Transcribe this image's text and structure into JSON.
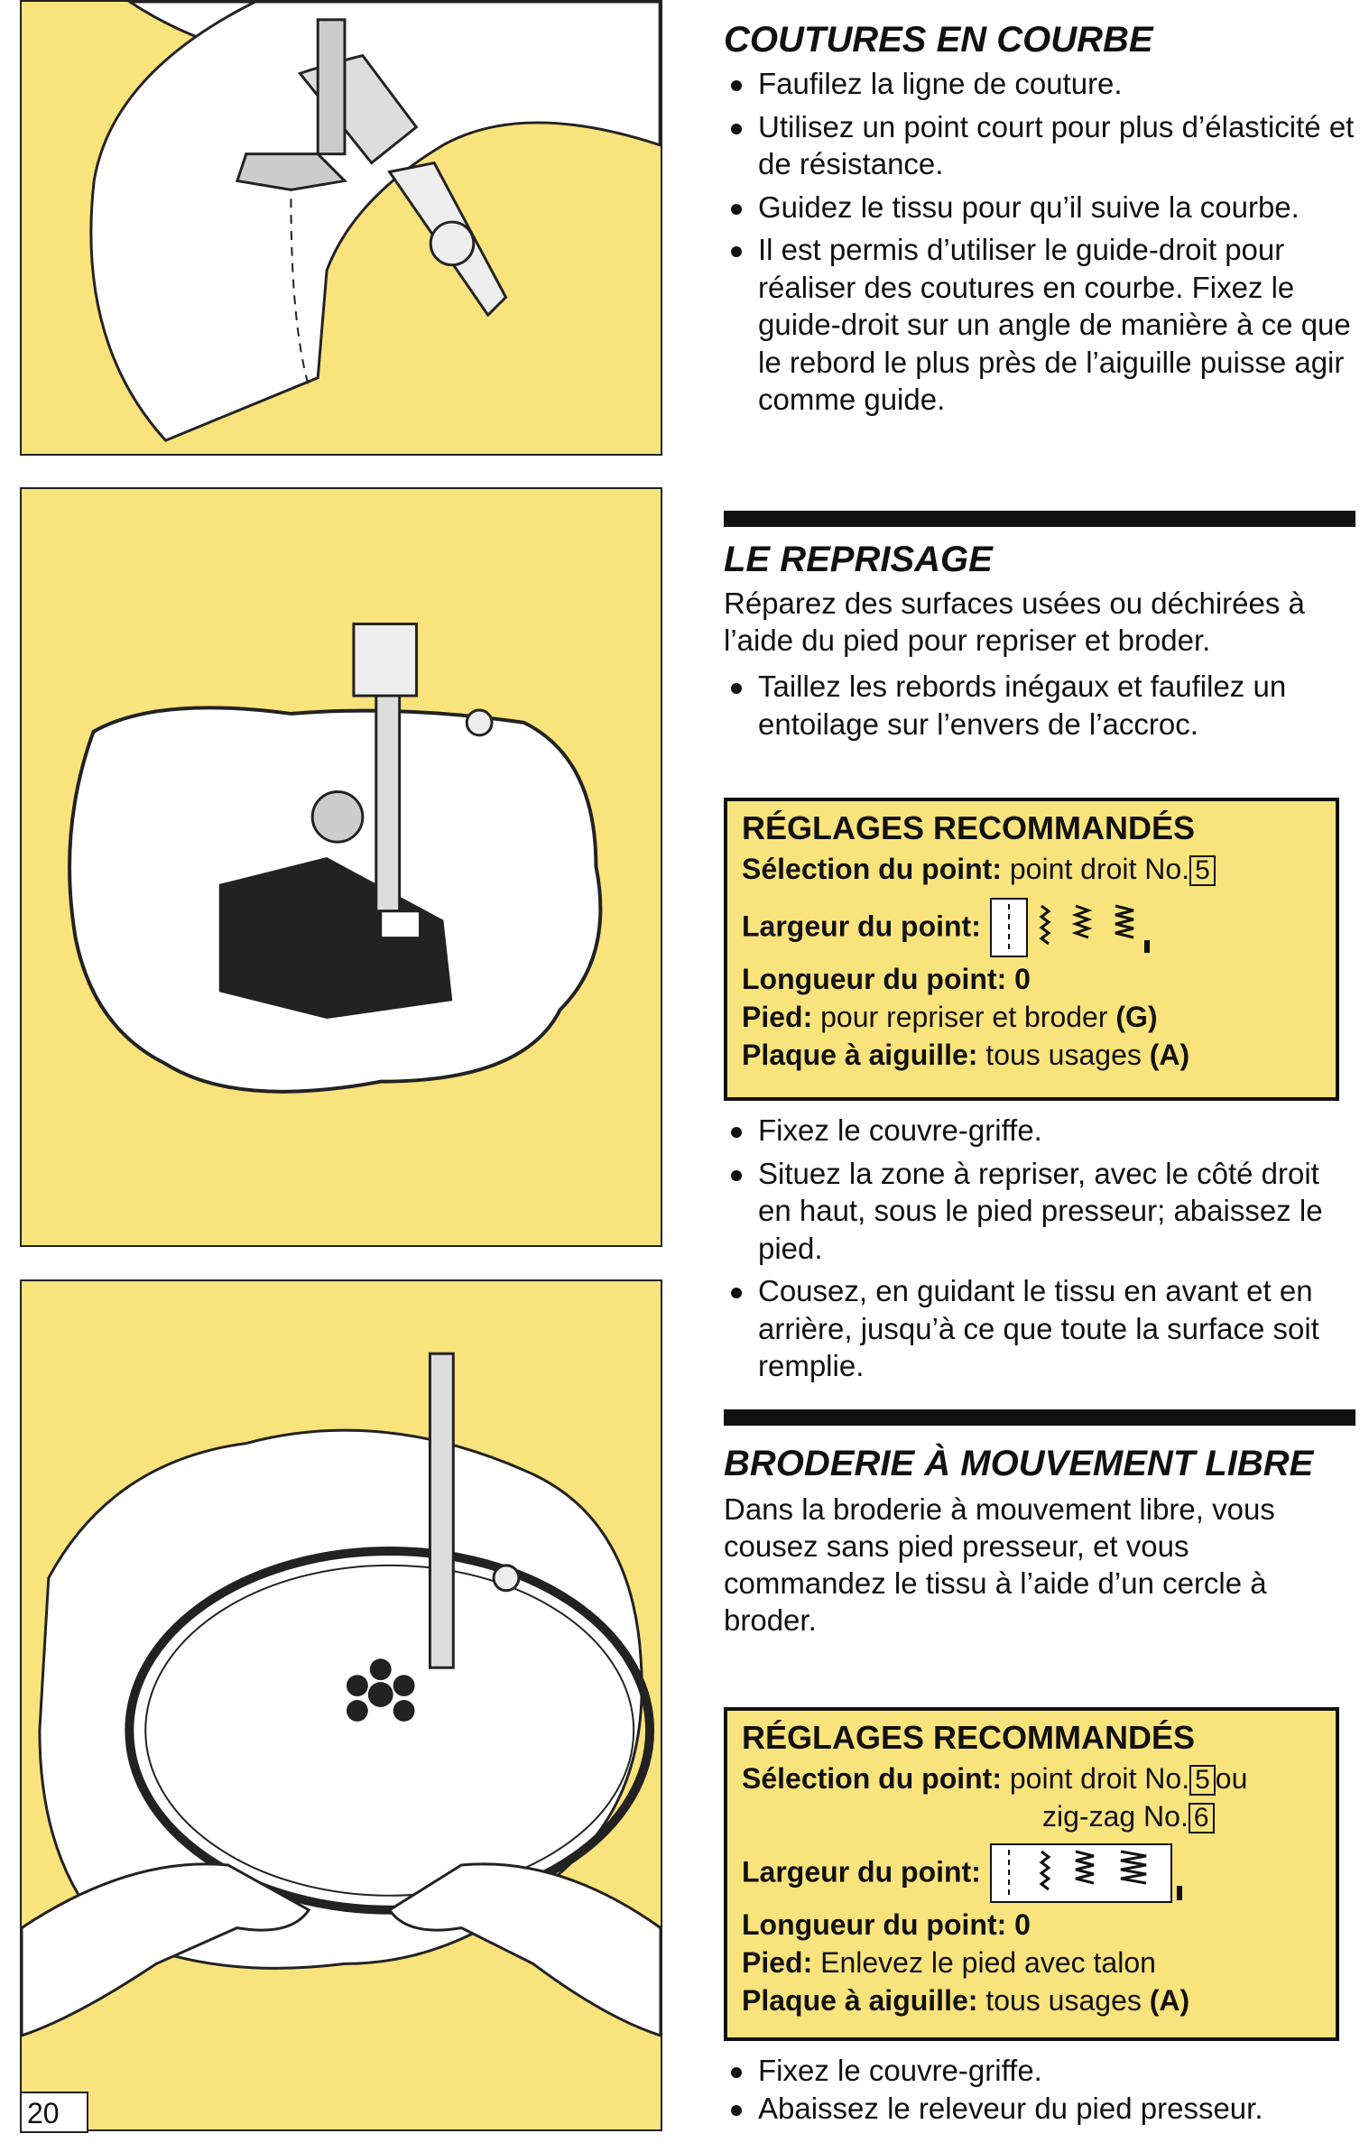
{
  "page_number": "20",
  "section1": {
    "title": "COUTURES EN COURBE",
    "bullets": [
      "Faufilez la ligne de couture.",
      "Utilisez un point court pour plus d’élasticité et de résistance.",
      "Guidez le tissu pour qu’il suive la courbe.",
      "Il est permis d’utiliser le guide-droit pour réaliser des coutures en courbe. Fixez le guide-droit sur un angle de manière à ce que le rebord le plus près de l’aiguille puisse agir comme guide."
    ]
  },
  "section2": {
    "title": "LE REPRISAGE",
    "intro": "Réparez des surfaces usées ou déchirées à l’aide du pied pour repriser et broder.",
    "bullets": [
      "Taillez les rebords inégaux et faufilez un entoilage sur l’envers de l’accroc."
    ],
    "settings": {
      "title": "RÉGLAGES RECOMMANDÉS",
      "stitch_label": "Sélection du point:",
      "stitch_value": "point droit No.",
      "stitch_number": "5",
      "width_label": "Largeur du point:",
      "length_label": "Longueur du point:",
      "length_value": "0",
      "foot_label": "Pied:",
      "foot_value": "pour repriser et broder",
      "foot_code": "(G)",
      "plate_label": "Plaque à aiguille:",
      "plate_value": "tous usages",
      "plate_code": "(A)"
    },
    "bullets_after": [
      "Fixez le couvre-griffe.",
      "Situez la zone à repriser, avec le côté droit en haut, sous le pied presseur; abaissez le pied.",
      "Cousez, en guidant le tissu en avant et en arrière, jusqu’à ce que toute la surface soit remplie."
    ]
  },
  "section3": {
    "title": "BRODERIE À MOUVEMENT LIBRE",
    "intro": "Dans la broderie à mouvement libre, vous cousez sans pied presseur, et vous commandez le tissu à l’aide d’un cercle à broder.",
    "settings": {
      "title": "RÉGLAGES RECOMMANDÉS",
      "stitch_label": "Sélection du point:",
      "stitch_value": "point droit No.",
      "stitch_number": "5",
      "stitch_or": "ou",
      "stitch_value2": "zig-zag No.",
      "stitch_number2": "6",
      "width_label": "Largeur du point:",
      "length_label": "Longueur du point:",
      "length_value": "0",
      "foot_label": "Pied:",
      "foot_value": "Enlevez le pied avec talon",
      "plate_label": "Plaque à aiguille:",
      "plate_value": "tous usages",
      "plate_code": "(A)"
    },
    "bullets_after": [
      "Fixez le couvre-griffe.",
      "Abaissez le releveur du pied presseur."
    ]
  }
}
